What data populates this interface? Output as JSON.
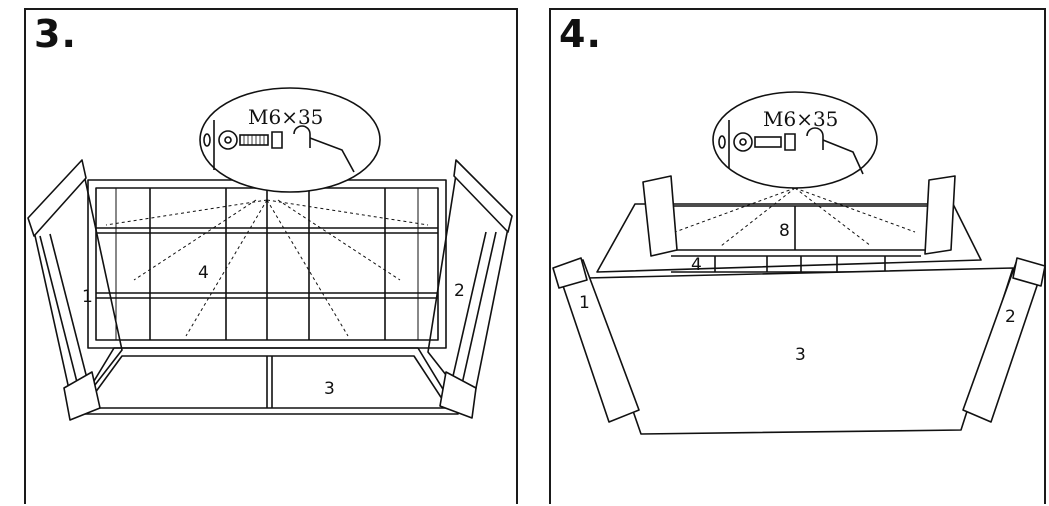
{
  "step3": {
    "number": "3.",
    "callout": "M6×35",
    "labels": {
      "left_panel": "1",
      "right_panel": "2",
      "bottom_panel": "3",
      "back_panel": "4"
    }
  },
  "step4": {
    "number": "4.",
    "callout": "M6×35",
    "labels": {
      "left_panel": "1",
      "right_panel": "2",
      "front_panel": "3",
      "back_panel": "4",
      "top_panel": "8"
    }
  }
}
